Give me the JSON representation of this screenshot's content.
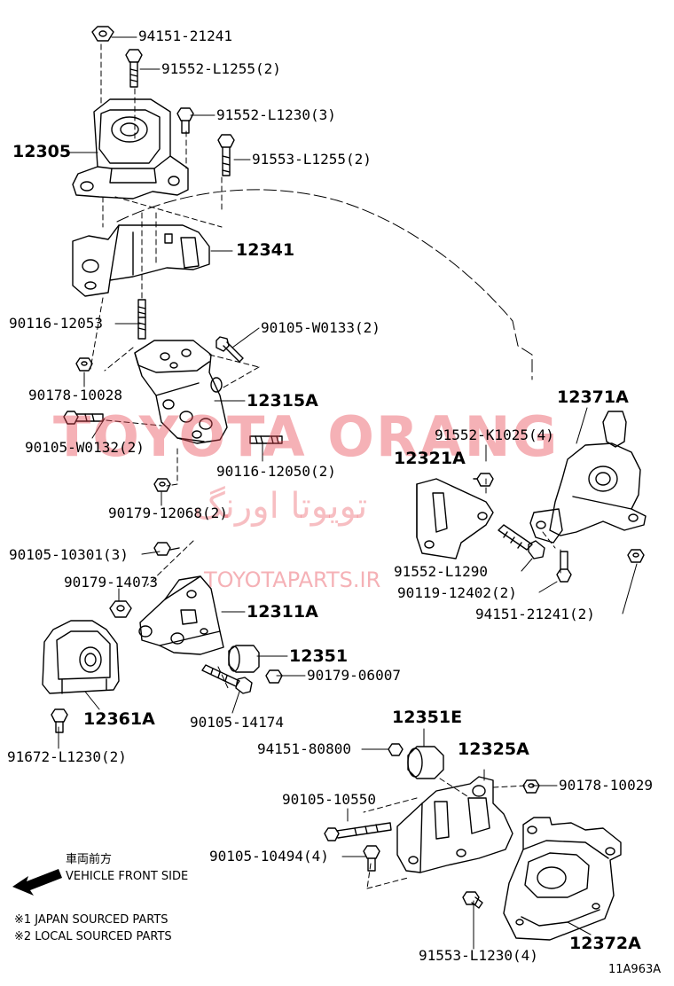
{
  "diagram_code": "11A963A",
  "watermark": {
    "brand": "TOYOTA ORANG",
    "arabic": "تويوتا اورنگ",
    "site": "TOYOTAPARTS.IR"
  },
  "legend": {
    "front_jp": "車両前方",
    "front_en": "VEHICLE FRONT SIDE",
    "note1": "※1 JAPAN SOURCED PARTS",
    "note2": "※2 LOCAL SOURCED PARTS"
  },
  "callouts": {
    "p94151_21241": "94151-21241",
    "p91552_L1255": "91552-L1255(2)",
    "p91552_L1230": "91552-L1230(3)",
    "p12305": "12305",
    "p91553_L1255": "91553-L1255(2)",
    "p12341": "12341",
    "p90116_12053": "90116-12053",
    "p90105_W0133": "90105-W0133(2)",
    "p90178_10028": "90178-10028",
    "p12315A": "12315A",
    "p12371A": "12371A",
    "p90105_W0132": "90105-W0132(2)",
    "p91552_K1025": "91552-K1025(4)",
    "p12321A": "12321A",
    "p90116_12050": "90116-12050(2)",
    "p90179_12068": "90179-12068(2)",
    "p90105_10301": "90105-10301(3)",
    "p91552_L1290": "91552-L1290",
    "p90179_14073": "90179-14073",
    "p90119_12402": "90119-12402(2)",
    "p12311A": "12311A",
    "p94151_21241_2": "94151-21241(2)",
    "p12351": "12351",
    "p90179_06007": "90179-06007",
    "p12361A": "12361A",
    "p90105_14174": "90105-14174",
    "p12351E": "12351E",
    "p91672_L1230": "91672-L1230(2)",
    "p94151_80800": "94151-80800",
    "p12325A": "12325A",
    "p90178_10029": "90178-10029",
    "p90105_10550": "90105-10550",
    "p90105_10494": "90105-10494(4)",
    "p91553_L1230": "91553-L1230(4)",
    "p12372A": "12372A"
  }
}
